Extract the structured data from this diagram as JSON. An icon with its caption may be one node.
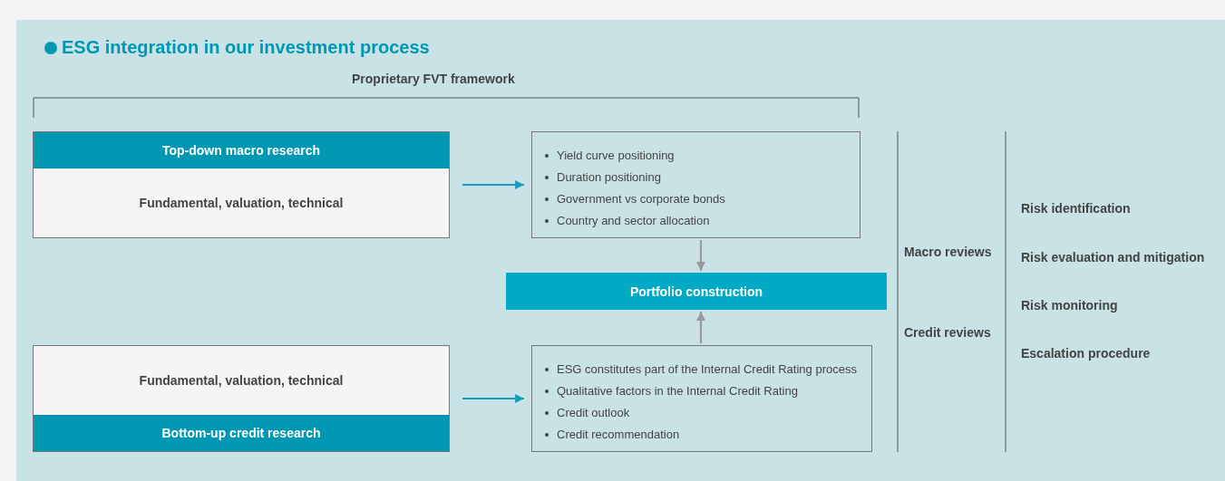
{
  "diagram": {
    "title": "ESG integration in our investment process",
    "nodes": [
      {
        "text": [
          "Top-down macro research",
          "Fundamental, valuation, technical"
        ]
      },
      {
        "text": [
          "Yield curve positioning",
          "Duration positioning",
          "Government vs corporate bonds",
          "Country and sector allocation"
        ]
      },
      {
        "text": [
          "Portfolio construction"
        ]
      },
      {
        "text": [
          "ESG constitutes part of the Internal Credit Rating process",
          "Qualitative factors in the Internal Credit Rating",
          "Credit outlook",
          "Credit recommendation"
        ]
      },
      {
        "text": [
          "Fundamental, valuation, technical",
          "Bottom-up credit research"
        ]
      }
    ],
    "edges": [
      {
        "from": 0,
        "to": 1,
        "arrow": "to"
      },
      {
        "from": 1,
        "to": 2,
        "arrow": "to",
        "color": "#999999"
      },
      {
        "from": 3,
        "to": 2,
        "arrow": "to",
        "color": "#999999"
      },
      {
        "from": 4,
        "to": 3,
        "arrow": "to"
      }
    ],
    "labels": [
      "Proprietary FVT framework",
      "Macro reviews",
      "Credit reviews",
      "Risk identification",
      "Risk evaluation and mitigation",
      "Risk monitoring",
      "Escalation procedure"
    ]
  }
}
